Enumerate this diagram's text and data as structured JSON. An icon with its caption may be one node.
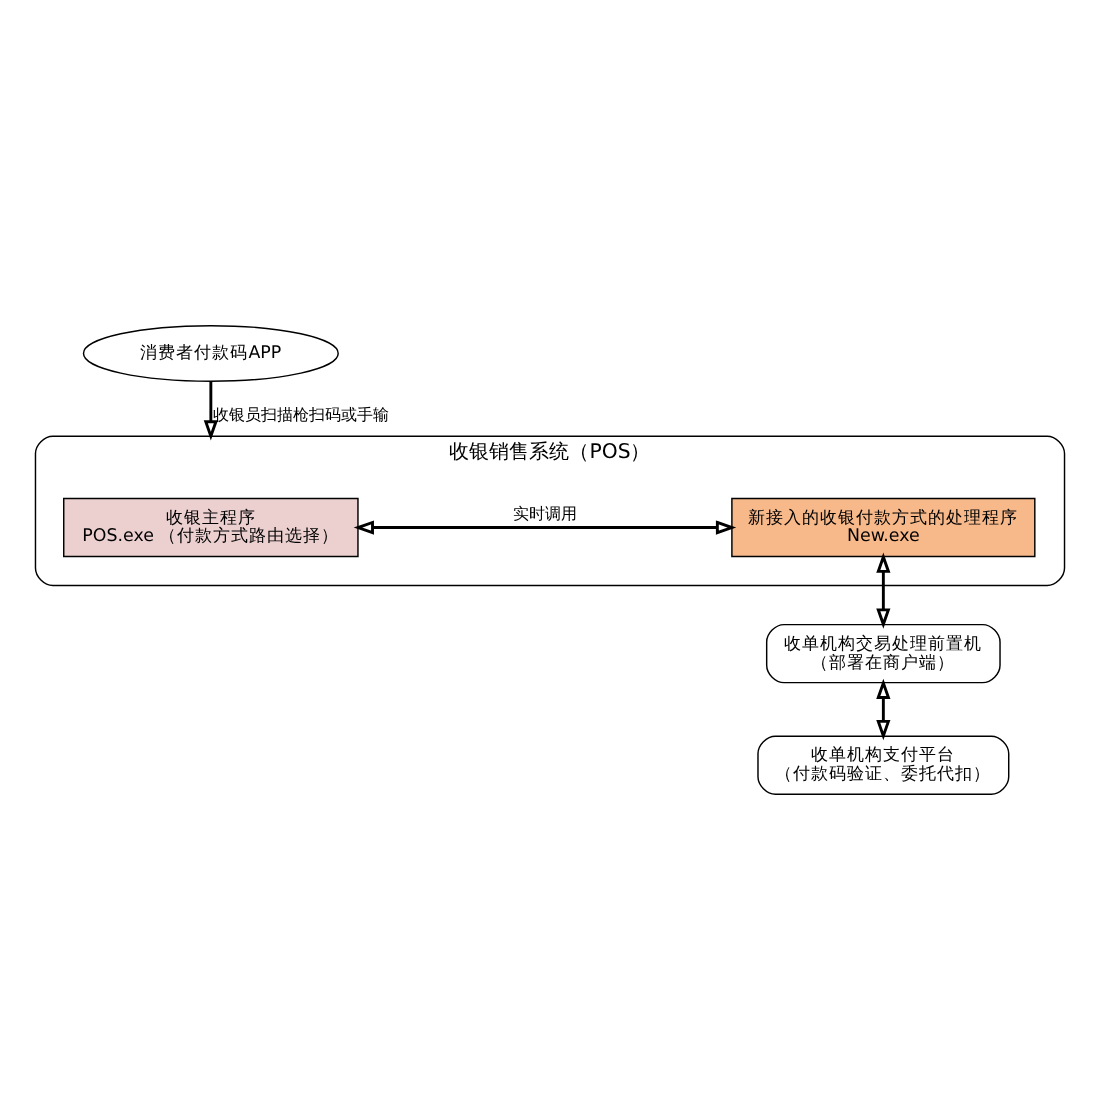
{
  "diagram": {
    "nodes": [
      {
        "text": [
          "消费者付款码APP"
        ]
      },
      {
        "text": [
          "收银销售系统（POS）"
        ]
      },
      {
        "text": [
          "收银主程序",
          "POS.exe （付款方式路由选择）"
        ],
        "in": 1
      },
      {
        "text": [
          "新接入的收银付款方式的处理程序",
          "New.exe"
        ],
        "in": 1
      },
      {
        "text": [
          "收单机构交易处理前置机",
          "（部署在商户端）"
        ]
      },
      {
        "text": [
          "收单机构支付平台",
          "（付款码验证、委托代扣）"
        ]
      }
    ],
    "edges": [
      {
        "from": 0,
        "to": 1,
        "arrow": "to",
        "label": "收银员扫描枪扫码或手输"
      },
      {
        "from": 2,
        "to": 3,
        "arrow": "both",
        "label": "实时调用"
      },
      {
        "from": 3,
        "to": 4,
        "arrow": "both"
      },
      {
        "from": 4,
        "to": 5,
        "arrow": "both"
      }
    ]
  }
}
